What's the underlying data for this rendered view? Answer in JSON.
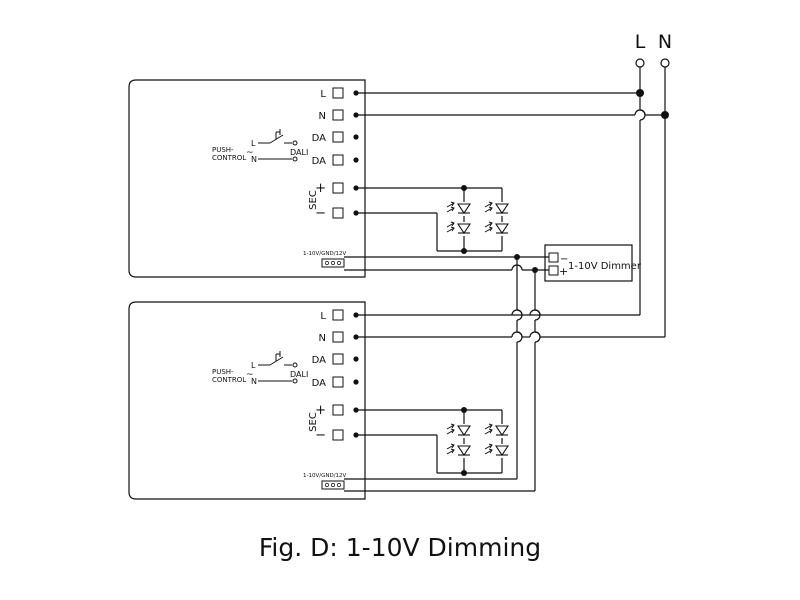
{
  "mains": {
    "line_label": "L",
    "neutral_label": "N"
  },
  "driver": {
    "terminals": {
      "l": "L",
      "n": "N",
      "da1": "DA",
      "da2": "DA",
      "plus": "+",
      "minus": "−"
    },
    "sec_label": "SEC",
    "push_control_line1": "PUSH-",
    "push_control_line2": "CONTROL",
    "switch_l": "L",
    "switch_n": "N",
    "tilde": "~",
    "dali": "DALI",
    "connector_label": "1-10V/GND/12V"
  },
  "dimmer": {
    "label": "1-10V Dimmer",
    "minus_symbol": "−",
    "plus_symbol": "+"
  },
  "caption": "Fig. D: 1-10V Dimming",
  "colors": {
    "stroke": "#111111",
    "background": "#ffffff"
  }
}
